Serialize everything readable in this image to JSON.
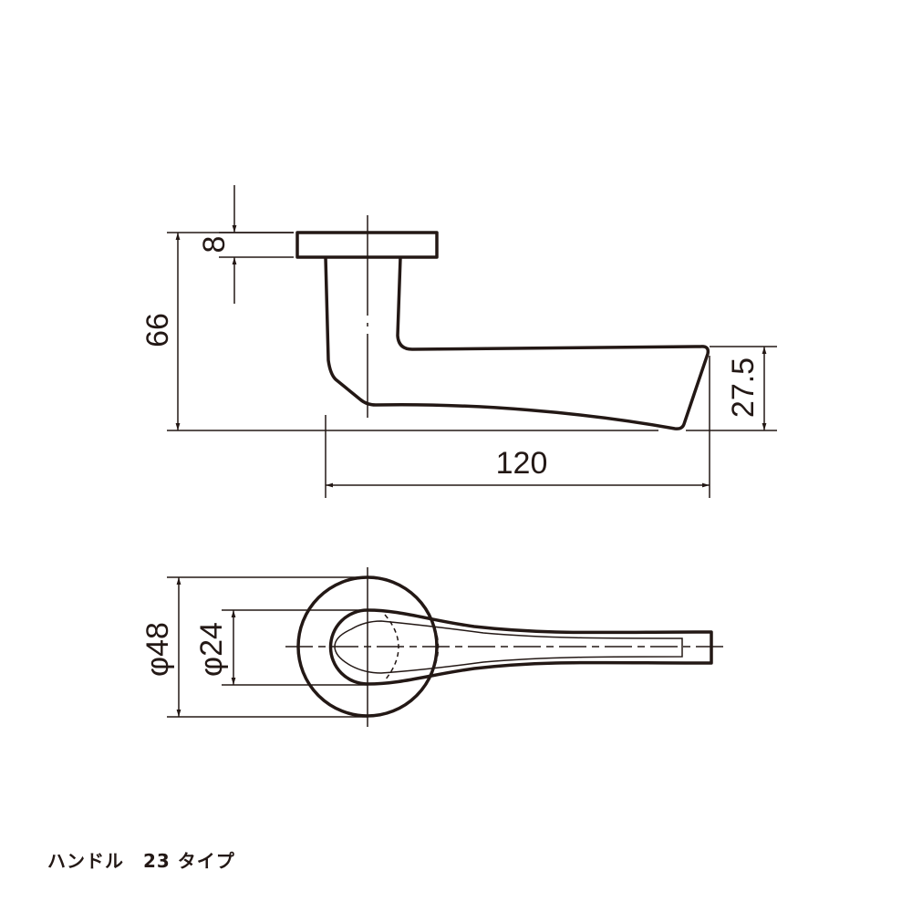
{
  "side_view": {
    "dim_rose_thickness": "8",
    "dim_height": "66",
    "dim_lever_height": "27.5",
    "dim_length": "120"
  },
  "top_view": {
    "dim_rose_diameter": "φ48",
    "dim_neck_diameter": "φ24"
  },
  "caption": "ハンドル　23 タイプ",
  "colors": {
    "line": "#231815",
    "background": "#ffffff"
  }
}
